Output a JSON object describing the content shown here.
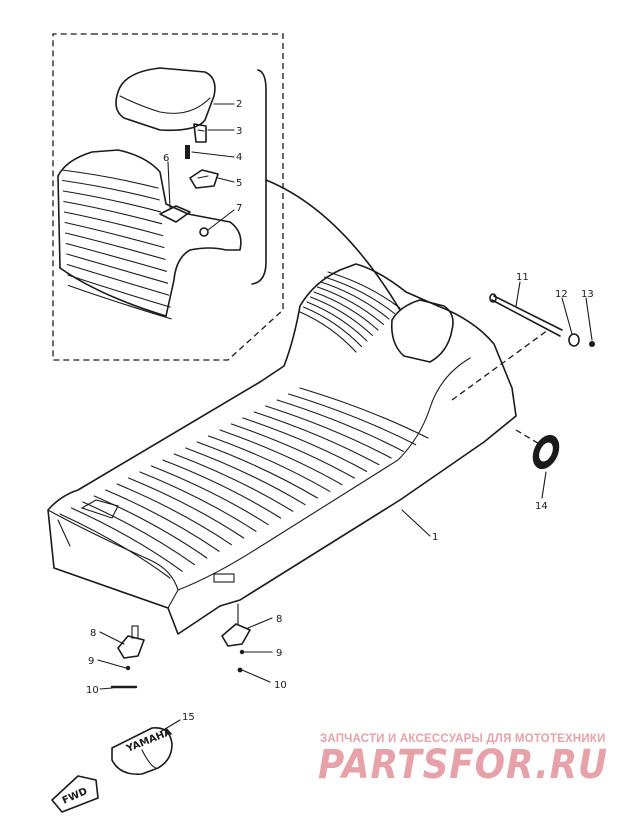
{
  "diagram": {
    "callouts": [
      {
        "id": "callout-2",
        "label": "2"
      },
      {
        "id": "callout-3",
        "label": "3"
      },
      {
        "id": "callout-4",
        "label": "4"
      },
      {
        "id": "callout-5",
        "label": "5"
      },
      {
        "id": "callout-6",
        "label": "6"
      },
      {
        "id": "callout-7",
        "label": "7"
      },
      {
        "id": "callout-11",
        "label": "11"
      },
      {
        "id": "callout-12",
        "label": "12"
      },
      {
        "id": "callout-13",
        "label": "13"
      },
      {
        "id": "callout-14",
        "label": "14"
      },
      {
        "id": "callout-1",
        "label": "1"
      },
      {
        "id": "callout-8a",
        "label": "8"
      },
      {
        "id": "callout-9a",
        "label": "9"
      },
      {
        "id": "callout-10a",
        "label": "10"
      },
      {
        "id": "callout-8b",
        "label": "8"
      },
      {
        "id": "callout-9b",
        "label": "9"
      },
      {
        "id": "callout-10b",
        "label": "10"
      },
      {
        "id": "callout-15",
        "label": "15"
      }
    ],
    "fwd_label": "FWD",
    "emblem_label": "YAMAHA"
  },
  "watermark": {
    "tagline": "ЗАПЧАСТИ И АКСЕССУАРЫ ДЛЯ МОТОТЕХНИКИ",
    "brand": "PARTSFOR.RU"
  },
  "colors": {
    "line": "#1a1a1a",
    "watermark": "#e7a2a9"
  }
}
